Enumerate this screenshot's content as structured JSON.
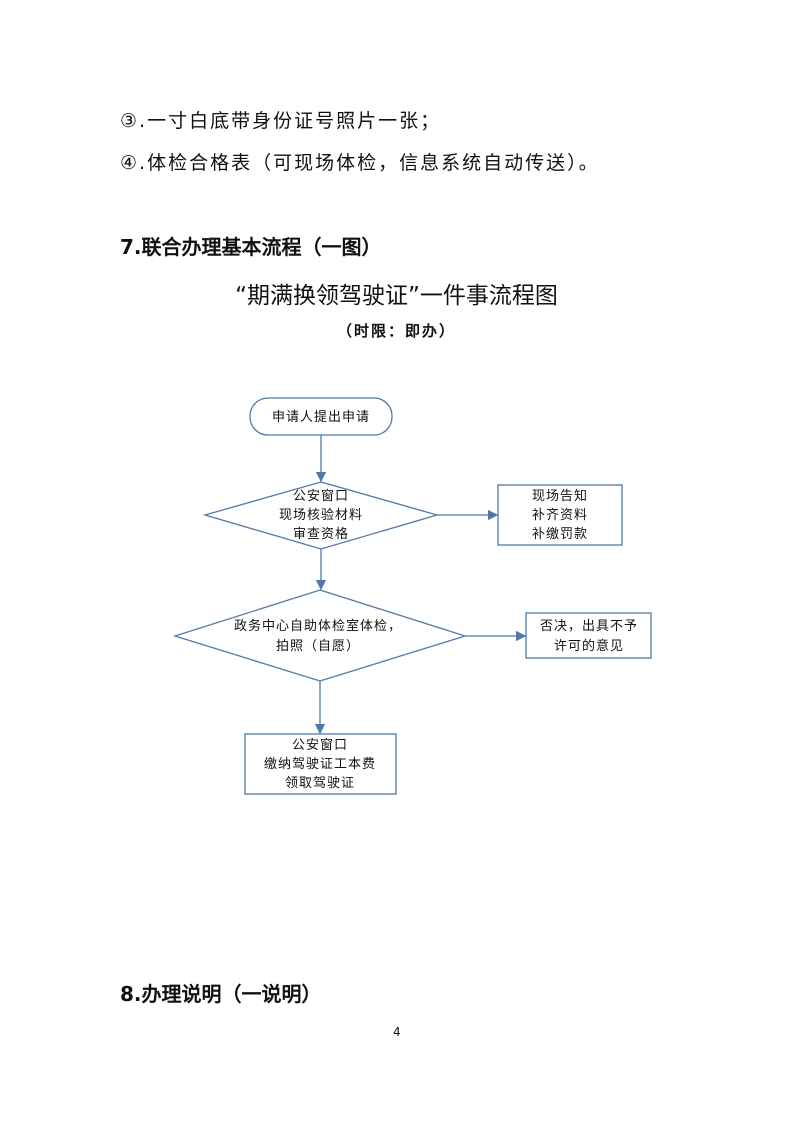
{
  "items": [
    "③.一寸白底带身份证号照片一张；",
    "④.体检合格表（可现场体检，信息系统自动传送）。"
  ],
  "heading7": "7.联合办理基本流程（一图）",
  "chart_title": "“期满换领驾驶证”一件事流程图",
  "chart_subtitle": "（时限：即办）",
  "flow": {
    "start": "申请人提出申请",
    "decision1": [
      "公安窗口",
      "现场核验材料",
      "审查资格"
    ],
    "side1": [
      "现场告知",
      "补齐资料",
      "补缴罚款"
    ],
    "decision2": [
      "政务中心自助体检室体检，",
      "拍照（自愿）"
    ],
    "side2": [
      "否决，出具不予",
      "许可的意见"
    ],
    "end": [
      "公安窗口",
      "缴纳驾驶证工本费",
      "领取驾驶证"
    ]
  },
  "heading8": "8.办理说明（一说明）",
  "page_number": "4",
  "colors": {
    "line": "#4f79a8"
  }
}
